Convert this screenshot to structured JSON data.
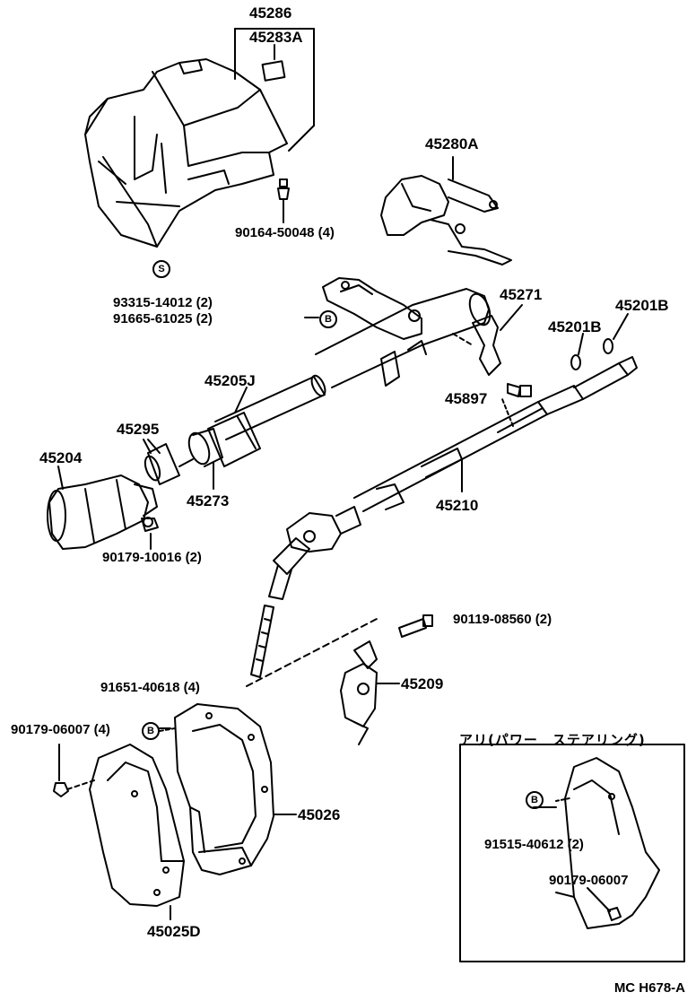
{
  "parts": {
    "p45286": "45286",
    "p45283a": "45283A",
    "p45280a": "45280A",
    "p90164": "90164-50048 (4)",
    "p93315": "93315-14012 (2)",
    "p91665": "91665-61025 (2)",
    "p45271": "45271",
    "p45201b_a": "45201B",
    "p45201b_b": "45201B",
    "p45205j": "45205J",
    "p45897": "45897",
    "p45295": "45295",
    "p45204": "45204",
    "p45273": "45273",
    "p45210": "45210",
    "p90179_10016": "90179-10016 (2)",
    "p90119": "90119-08560 (2)",
    "p45209": "45209",
    "p91651": "91651-40618 (4)",
    "p90179_06007": "90179-06007 (4)",
    "p45026": "45026",
    "p45025d": "45025D"
  },
  "inset": {
    "title": "アリ(パワー　ステアリング)",
    "p91515": "91515-40612 (2)",
    "p90179": "90179-06007"
  },
  "markers": {
    "s": "S",
    "b": "B"
  },
  "code": "MC H678-A"
}
